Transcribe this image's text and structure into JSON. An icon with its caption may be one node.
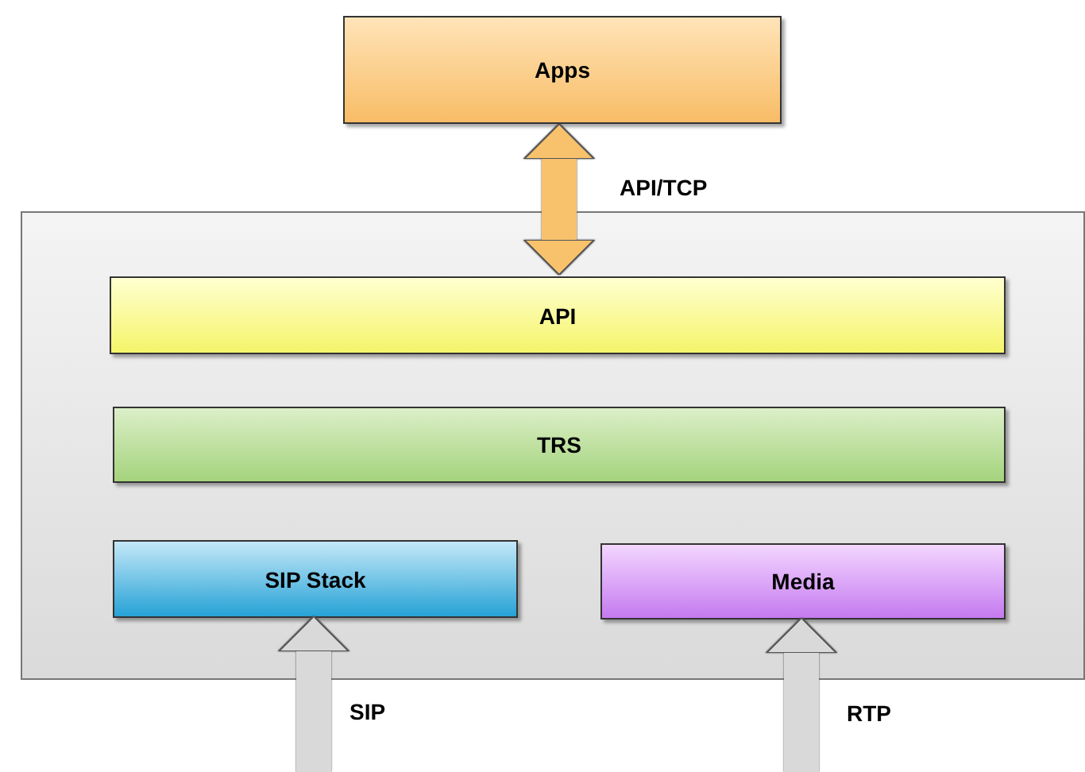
{
  "diagram": {
    "nodes": [
      {
        "text": [
          "Apps"
        ]
      },
      {
        "text": [],
        "shape": "box"
      },
      {
        "text": [
          "API"
        ],
        "in": 1
      },
      {
        "text": [
          "TRS"
        ],
        "in": 1
      },
      {
        "text": [
          "SIP Stack"
        ],
        "in": 1
      },
      {
        "text": [
          "Media"
        ],
        "in": 1
      }
    ],
    "edges": [
      {
        "from": 0,
        "to": 2,
        "arrow": "both",
        "label": "API/TCP",
        "color": "#f8c26c"
      },
      {
        "from": null,
        "to": 4,
        "arrow": "to",
        "label": "SIP"
      },
      {
        "from": null,
        "to": 5,
        "arrow": "to",
        "label": "RTP"
      }
    ]
  }
}
